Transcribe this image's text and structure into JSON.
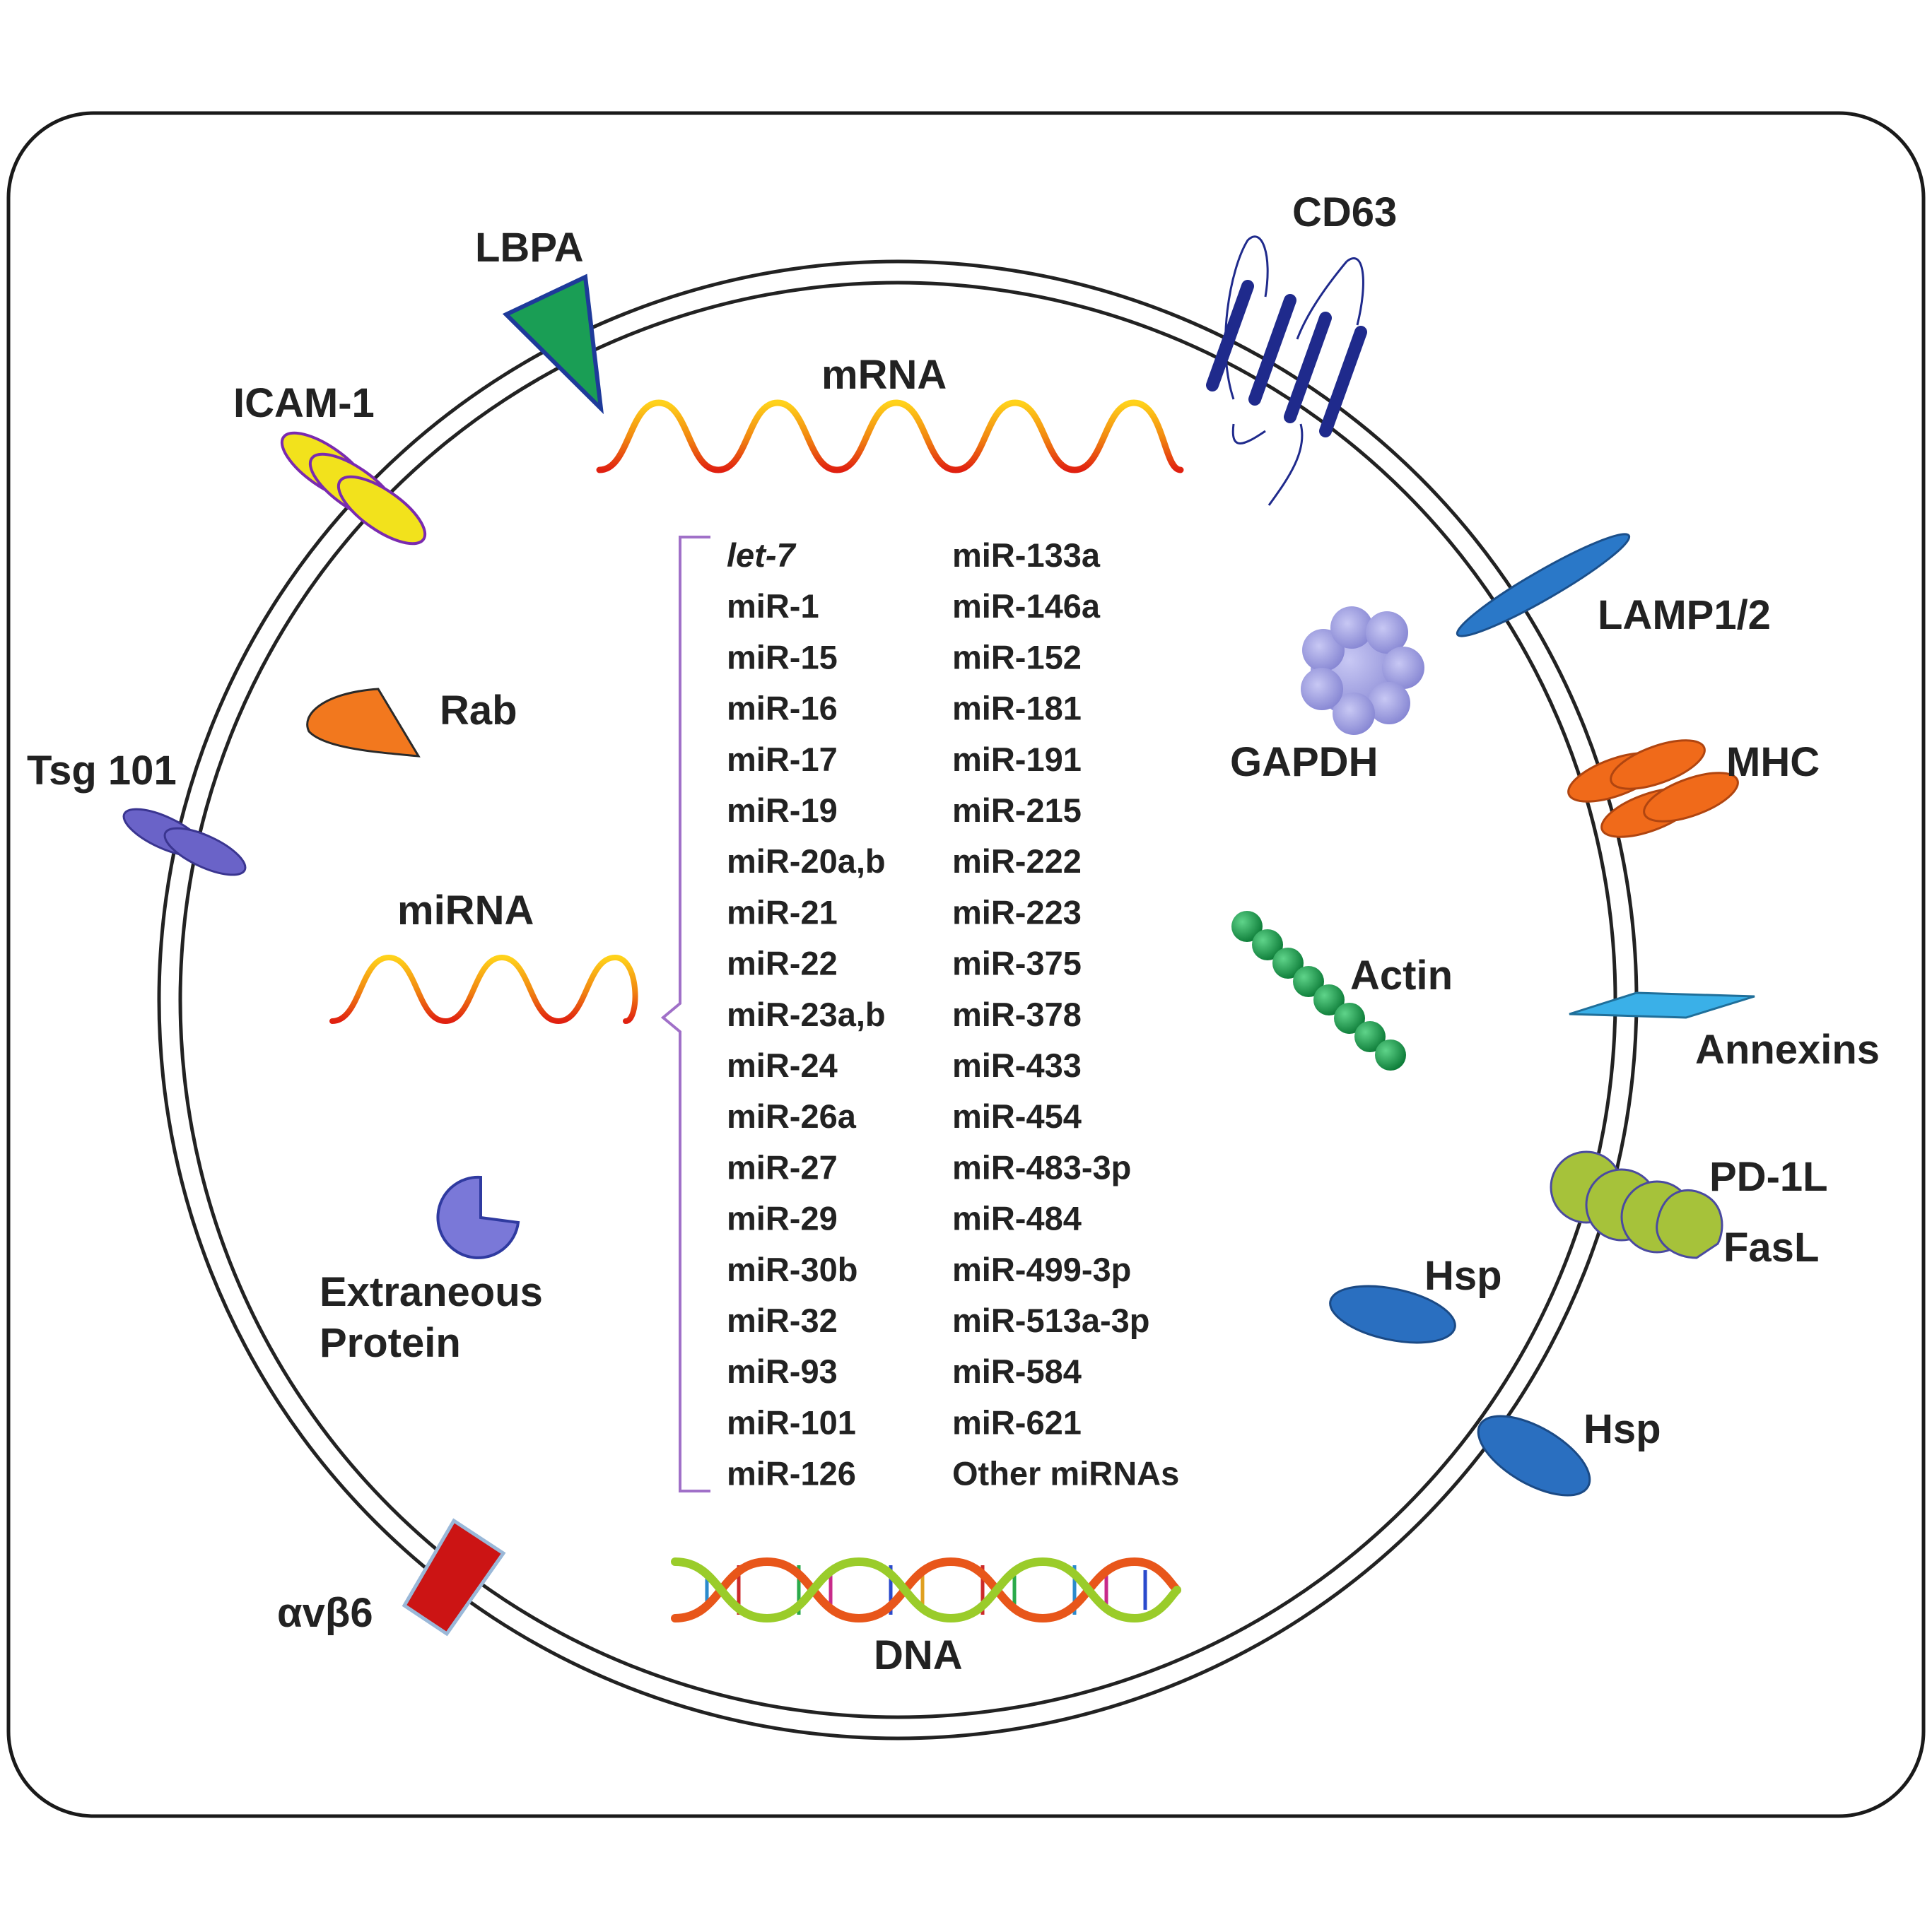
{
  "colors": {
    "frame": "#1a1a1a",
    "membrane": "#222222",
    "bracket": "#a070c8",
    "text": "#222222"
  },
  "membrane_components": [
    {
      "id": "lbpa",
      "label": "LBPA",
      "icon": "triangle-icon",
      "color": "#1a9e55"
    },
    {
      "id": "cd63",
      "label": "CD63",
      "icon": "tetraspanin-icon",
      "color": "#1f2a8c"
    },
    {
      "id": "icam1",
      "label": "ICAM-1",
      "icon": "ellipses-icon",
      "color": "#f2e21c"
    },
    {
      "id": "lamp",
      "label": "LAMP1/2",
      "icon": "ellipse-icon",
      "color": "#2a78c8"
    },
    {
      "id": "tsg101",
      "label": "Tsg 101",
      "icon": "ellipses-icon",
      "color": "#6a63c8"
    },
    {
      "id": "mhc",
      "label": "MHC",
      "icon": "ellipses-icon",
      "color": "#f06a1a"
    },
    {
      "id": "annexins",
      "label": "Annexins",
      "icon": "rhombus-icon",
      "color": "#3ab0e8"
    },
    {
      "id": "pd1l",
      "label": "PD-1L",
      "icon": "circles-icon",
      "color": "#a6c23a"
    },
    {
      "id": "fasl",
      "label": "FasL",
      "icon": "circles-icon",
      "color": "#a6c23a"
    },
    {
      "id": "hsp_membrane",
      "label": "Hsp",
      "icon": "ellipse-icon",
      "color": "#2a6fc0"
    },
    {
      "id": "avb6",
      "label": "αvβ6",
      "icon": "trapezoid-icon",
      "color": "#cc1414"
    }
  ],
  "cargo": [
    {
      "id": "rab",
      "label": "Rab",
      "icon": "wedge-icon",
      "color": "#f2781e"
    },
    {
      "id": "gapdh",
      "label": "GAPDH",
      "icon": "blob-icon",
      "color": "#9a9ae0"
    },
    {
      "id": "actin",
      "label": "Actin",
      "icon": "bead-chain-icon",
      "color": "#1a9a4a"
    },
    {
      "id": "hsp_inner",
      "label": "Hsp",
      "icon": "ellipse-icon",
      "color": "#2a6fc0"
    },
    {
      "id": "extraneous",
      "label_line1": "Extraneous",
      "label_line2": "Protein",
      "icon": "pacman-icon",
      "color": "#7a78d8"
    }
  ],
  "nucleic_acids": {
    "mrna": "mRNA",
    "mirna": "miRNA",
    "dna": "DNA"
  },
  "mirna_list": {
    "col1": [
      "let-7",
      "miR-1",
      "miR-15",
      "miR-16",
      "miR-17",
      "miR-19",
      "miR-20a,b",
      "miR-21",
      "miR-22",
      "miR-23a,b",
      "miR-24",
      "miR-26a",
      "miR-27",
      "miR-29",
      "miR-30b",
      "miR-32",
      "miR-93",
      "miR-101",
      "miR-126"
    ],
    "col2": [
      "miR-133a",
      "miR-146a",
      "miR-152",
      "miR-181",
      "miR-191",
      "miR-215",
      "miR-222",
      "miR-223",
      "miR-375",
      "miR-378",
      "miR-433",
      "miR-454",
      "miR-483-3p",
      "miR-484",
      "miR-499-3p",
      "miR-513a-3p",
      "miR-584",
      "miR-621",
      "Other miRNAs"
    ]
  }
}
